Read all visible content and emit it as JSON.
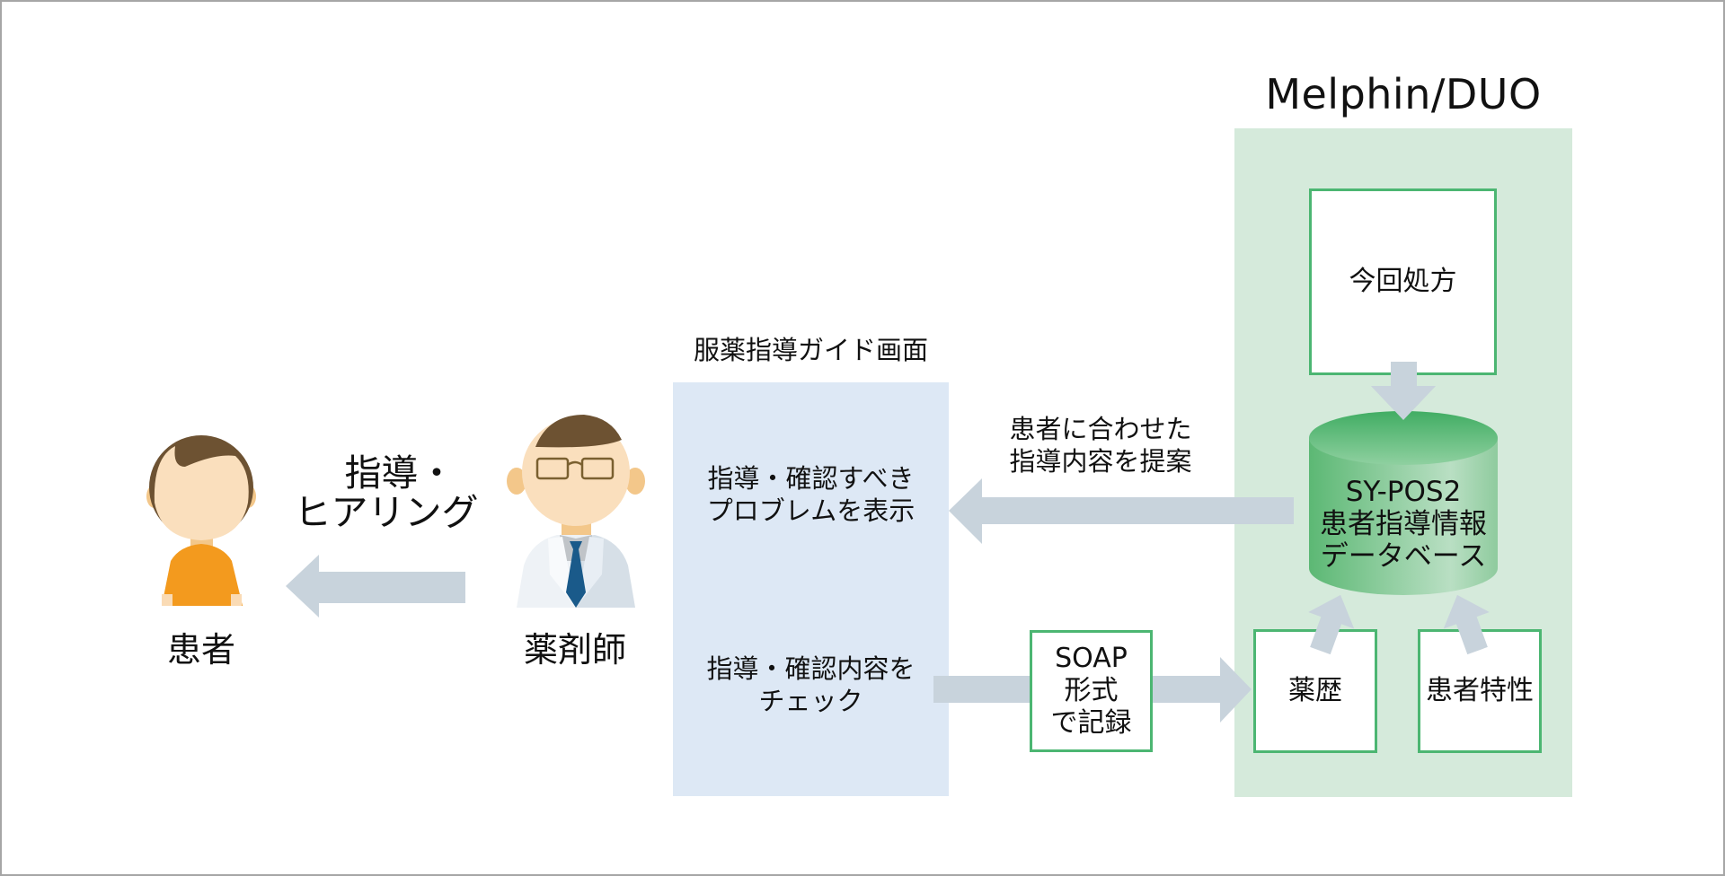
{
  "diagram": {
    "system_title": "Melphin/DUO",
    "guide_screen": {
      "title": "服薬指導ガイド画面",
      "top_text": [
        "指導・確認すべき",
        "プロブレムを表示"
      ],
      "bottom_text": [
        "指導・確認内容を",
        "チェック"
      ]
    },
    "actors": {
      "patient": "患者",
      "pharmacist": "薬剤師"
    },
    "arrow_labels": {
      "guidance": [
        "指導・",
        "ヒアリング"
      ],
      "suggest": [
        "患者に合わせた",
        "指導内容を提案"
      ]
    },
    "soap_box": [
      "SOAP",
      "形式",
      "で記録"
    ],
    "prescription_box": "今回処方",
    "database": [
      "SY-POS2",
      "患者指導情報",
      "データベース"
    ],
    "history_box": "薬歴",
    "traits_box": "患者特性"
  },
  "colors": {
    "guide_panel": "#dde8f5",
    "system_panel": "#d5eadb",
    "box_border": "#4cb672",
    "arrow": "#c8d3dc",
    "patient_shirt": "#f39a1e",
    "tie": "#1a5a8a"
  }
}
